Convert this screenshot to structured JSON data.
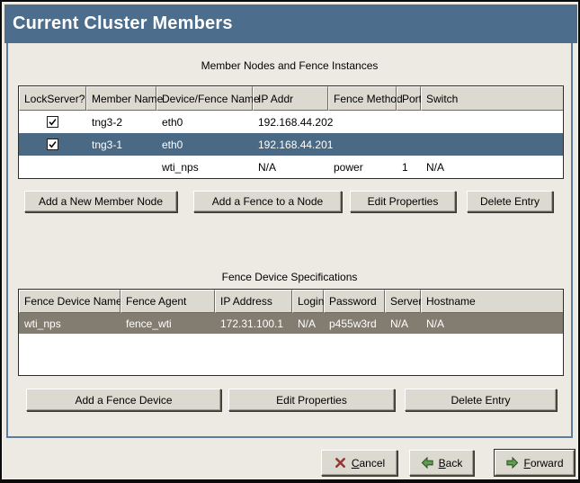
{
  "window": {
    "title": "Current Cluster Members"
  },
  "colors": {
    "titlebar_bg": "#4d6d8c",
    "active_selection_bg": "#4a6984",
    "inactive_selection_bg": "#827d70",
    "surface_bg": "#edeae3",
    "button_face": "#dcd9d1",
    "cancel_icon_red": "#9e3030",
    "nav_arrow_green": "#5d9e4f"
  },
  "member_section": {
    "caption": "Member Nodes and Fence Instances",
    "columns": [
      "LockServer?",
      "Member Name",
      "Device/Fence Name",
      "IP Addr",
      "Fence Method",
      "Port",
      "Switch"
    ],
    "rows": [
      {
        "lockserver": "checked",
        "member_name": "tng3-2",
        "device_fence_name": "eth0",
        "ip_addr": "192.168.44.202",
        "fence_method": "",
        "port": "",
        "switch": "",
        "selected": false
      },
      {
        "lockserver": "checked",
        "member_name": "tng3-1",
        "device_fence_name": "eth0",
        "ip_addr": "192.168.44.201",
        "fence_method": "",
        "port": "",
        "switch": "",
        "selected": true
      },
      {
        "lockserver": "none",
        "member_name": "",
        "device_fence_name": "wti_nps",
        "ip_addr": "N/A",
        "fence_method": "power",
        "port": "1",
        "switch": "N/A",
        "selected": false
      }
    ],
    "buttons": [
      "Add a New Member Node",
      "Add a Fence to a Node",
      "Edit Properties",
      "Delete Entry"
    ]
  },
  "fence_section": {
    "caption": "Fence Device Specifications",
    "columns": [
      "Fence Device Name",
      "Fence Agent",
      "IP Address",
      "Login",
      "Password",
      "Server",
      "Hostname"
    ],
    "rows": [
      {
        "fence_device_name": "wti_nps",
        "fence_agent": "fence_wti",
        "ip_address": "172.31.100.1",
        "login": "N/A",
        "password": "p455w3rd",
        "server": "N/A",
        "hostname": "N/A",
        "selected": true
      }
    ],
    "buttons": [
      "Add a Fence Device",
      "Edit Properties",
      "Delete Entry"
    ]
  },
  "footer": {
    "cancel_label": "Cancel",
    "back_label": "Back",
    "forward_label": "Forward"
  }
}
